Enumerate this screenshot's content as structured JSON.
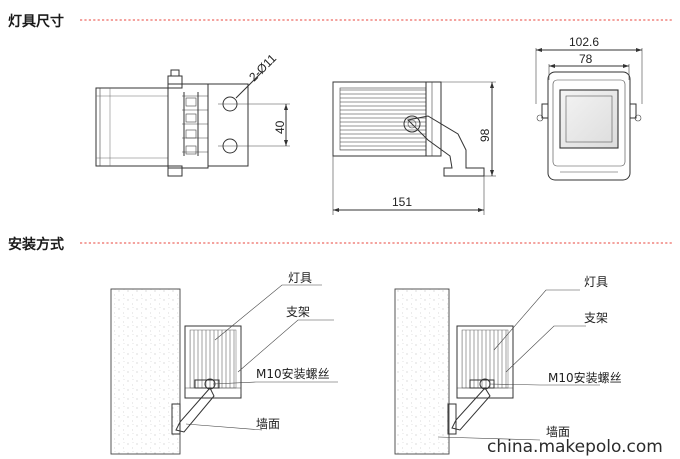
{
  "sections": {
    "dimensions_title": "灯具尺寸",
    "mounting_title": "安装方式"
  },
  "dimensions": {
    "hole_spec": "2-Ø11",
    "hole_spacing": "40",
    "side_depth": "151",
    "side_height": "98",
    "front_outer_width": "102.6",
    "front_inner_width": "78"
  },
  "callouts": {
    "left": {
      "lamp": "灯具",
      "bracket": "支架",
      "screw": "M10安装螺丝",
      "wall": "墙面"
    },
    "right": {
      "lamp": "灯具",
      "bracket": "支架",
      "screw": "M10安装螺丝",
      "wall": "墙面"
    }
  },
  "watermark": "china.makepolo.com",
  "colors": {
    "title_underline": "#e8463c",
    "line": "#333333"
  }
}
